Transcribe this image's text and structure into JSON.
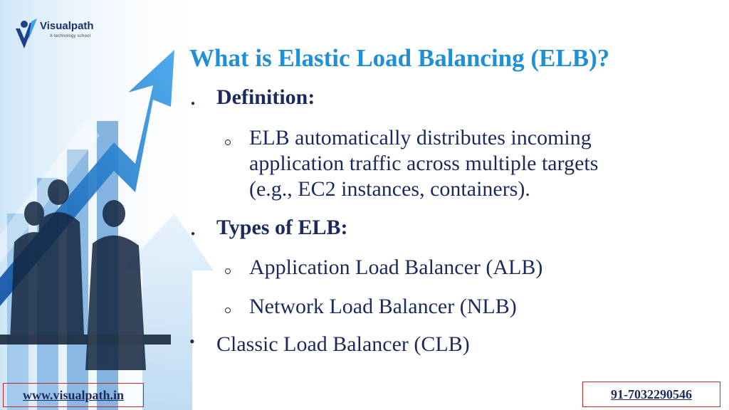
{
  "brand": {
    "name": "Visualpath",
    "tagline": "A technology school"
  },
  "slide": {
    "title": "What is Elastic Load Balancing (ELB)?",
    "sections": [
      {
        "heading": "Definition:",
        "items": [
          "ELB automatically distributes incoming",
          "application traffic across multiple targets",
          "(e.g., EC2 instances, containers)."
        ]
      },
      {
        "heading": "Types of ELB:",
        "items": [
          "Application Load Balancer (ALB)",
          "Network Load Balancer (NLB)"
        ]
      }
    ],
    "extra_item": "Classic Load Balancer (CLB)"
  },
  "footer": {
    "website": "www.visualpath.in",
    "phone": "91-7032290546"
  },
  "colors": {
    "title": "#1f8fd6",
    "text": "#1b2a5c",
    "footer_border": "#c3272b"
  }
}
